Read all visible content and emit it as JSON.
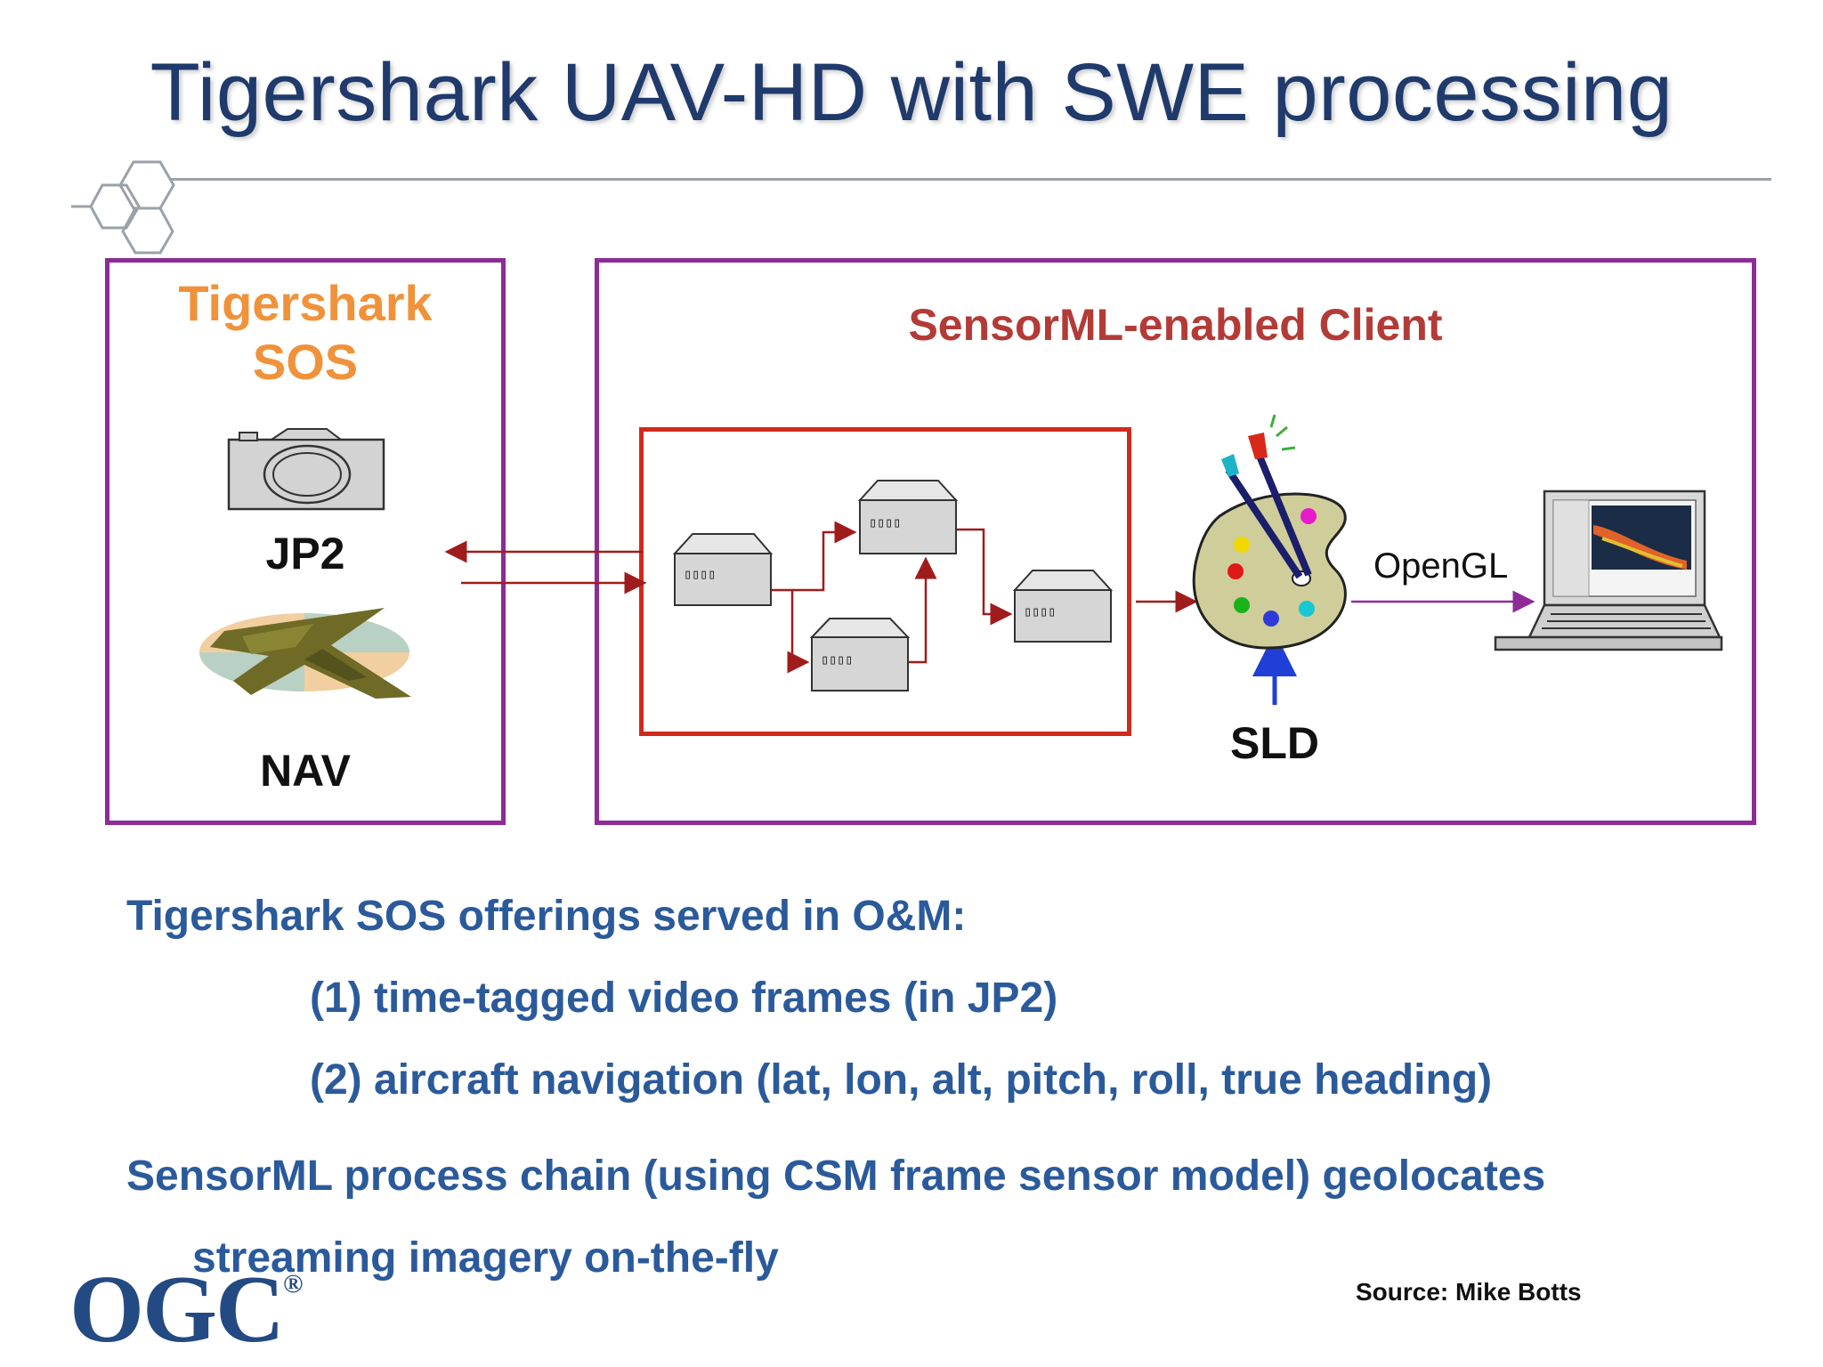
{
  "title": "Tigershark UAV-HD with SWE processing",
  "left_panel": {
    "title_line1": "Tigershark",
    "title_line2": "SOS",
    "jp2_label": "JP2",
    "nav_label": "NAV"
  },
  "right_panel": {
    "title": "SensorML-enabled Client",
    "process_box_label": "▯▯▯▯",
    "opengl_label": "OpenGL",
    "sld_label": "SLD"
  },
  "bullets": {
    "b1": "Tigershark SOS offerings served in O&M:",
    "b1a": "(1) time-tagged video frames (in JP2)",
    "b1b": "(2) aircraft navigation (lat, lon, alt, pitch, roll, true heading)",
    "b2_line1": "SensorML process chain (using CSM frame sensor model) geolocates",
    "b2_line2": "streaming imagery on-the-fly"
  },
  "source": "Source: Mike Botts",
  "logo": {
    "text": "OGC",
    "reg": "®"
  },
  "colors": {
    "title": "#1f3a6b",
    "panel_border": "#8e2b97",
    "chain_border": "#d12a1d",
    "orange": "#f0923a",
    "body_text": "#2b5a9b"
  }
}
